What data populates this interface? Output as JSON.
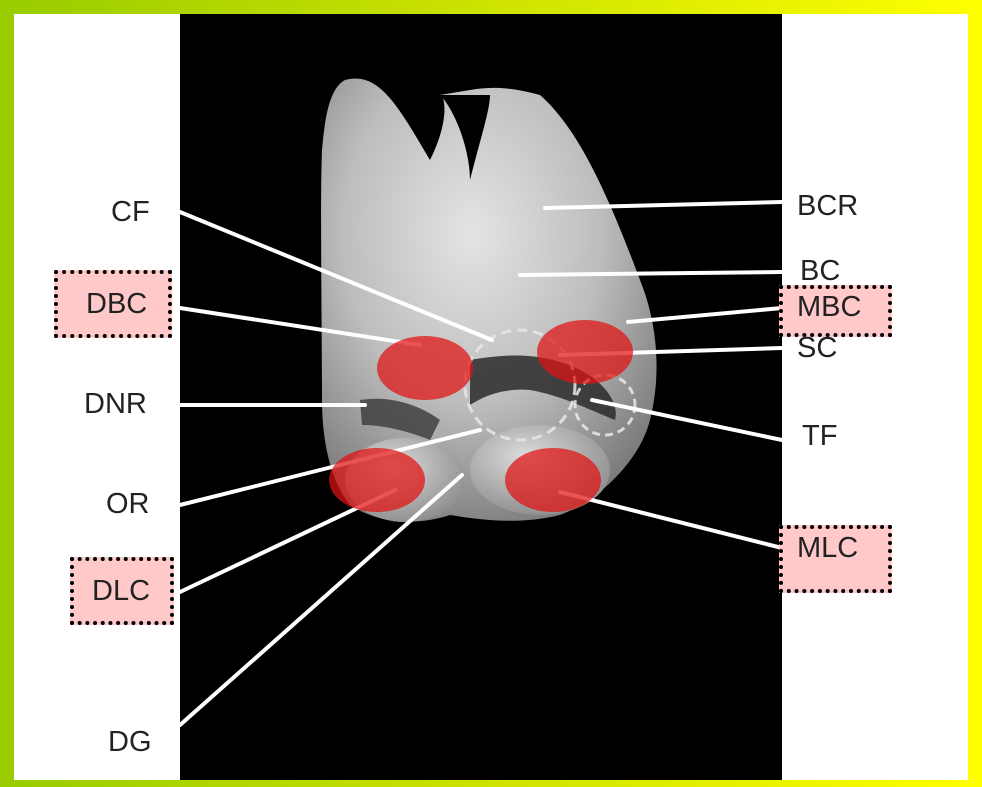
{
  "labels": {
    "cf": "CF",
    "dbc": "DBC",
    "dnr": "DNR",
    "or": "OR",
    "dlc": "DLC",
    "dg": "DG",
    "bcr": "BCR",
    "bc": "BC",
    "mbc": "MBC",
    "sc": "SC",
    "tf": "TF",
    "mlc": "MLC"
  },
  "colors": {
    "frame_left": "#99cc00",
    "frame_right": "#ffff00",
    "highlight_fill": "#ffc9c9",
    "marker_red": "#e01010",
    "leader_line": "#ffffff"
  }
}
